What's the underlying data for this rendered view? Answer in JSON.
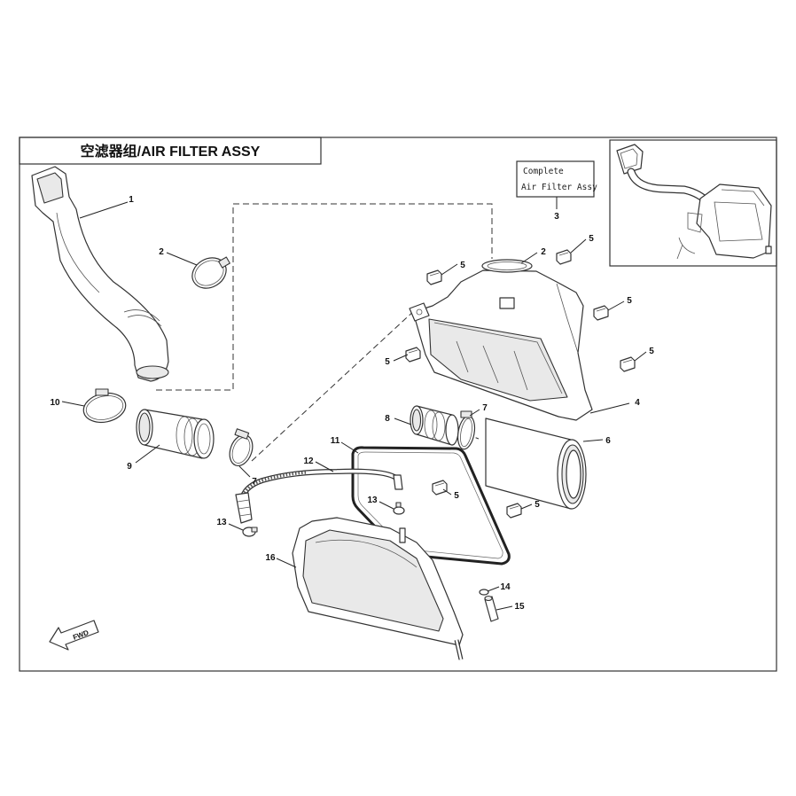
{
  "title": "空滤器组/AIR FILTER ASSY",
  "complete_label": {
    "line1": "Complete",
    "line2": "Air Filter Assy"
  },
  "fwd_label": "FWD",
  "callouts": [
    "1",
    "2",
    "2",
    "3",
    "4",
    "5",
    "5",
    "5",
    "5",
    "5",
    "5",
    "5",
    "6",
    "7",
    "7",
    "8",
    "9",
    "10",
    "11",
    "12",
    "13",
    "13",
    "14",
    "15",
    "16"
  ]
}
